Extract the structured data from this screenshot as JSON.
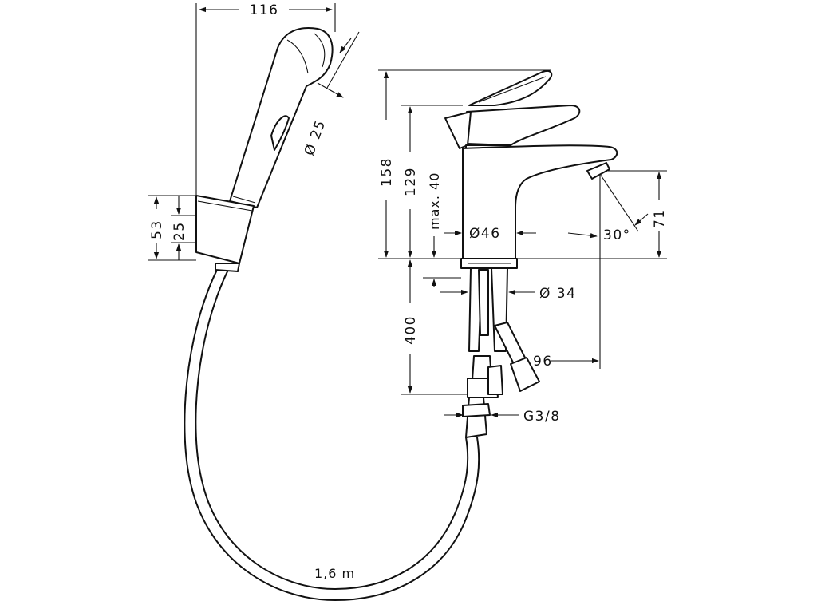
{
  "colors": {
    "line": "#111111",
    "background": "#ffffff"
  },
  "dimensions": {
    "shower_length": "116",
    "shower_diameter": "Ø 25",
    "holder_height": "53",
    "holder_inner": "25",
    "mixer_height": "158",
    "spout_height": "129",
    "spout_reach_max": "max. 40",
    "body_diameter": "Ø46",
    "spout_angle": "30°",
    "outlet_height": "71",
    "hose_length": "400",
    "thread_diameter": "Ø 34",
    "spout_projection": "96",
    "connection_thread": "G3/8",
    "shower_hose_length": "1,6 m"
  }
}
